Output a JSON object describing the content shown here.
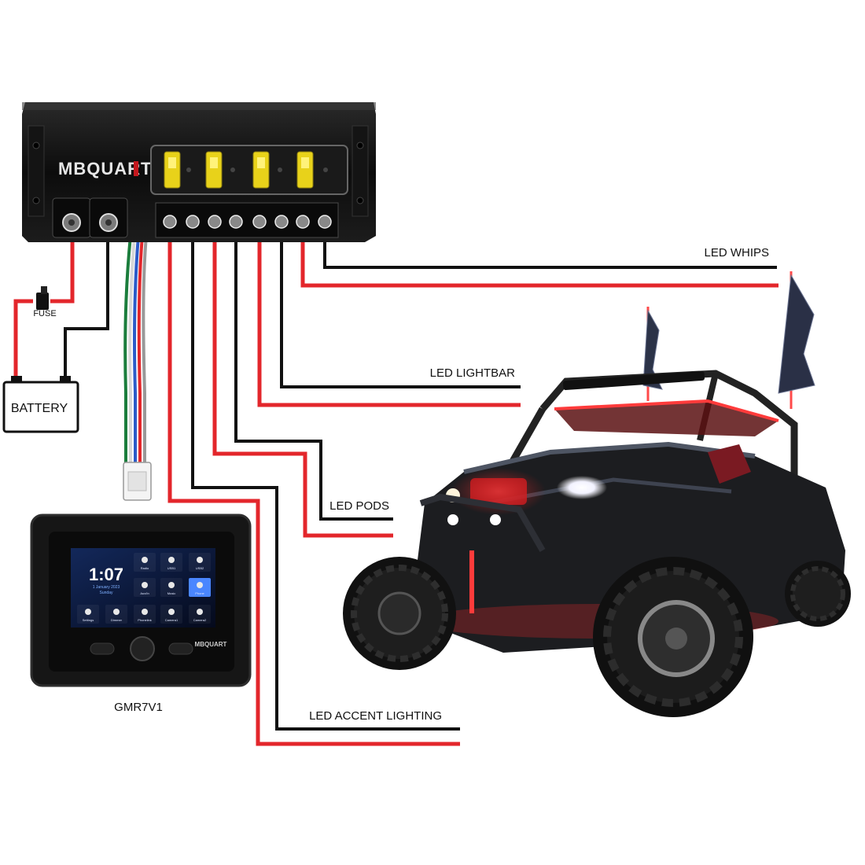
{
  "module": {
    "brand": "MBQUART"
  },
  "fuse_label": "FUSE",
  "battery_label": "BATTERY",
  "head_unit": {
    "model": "GMR7V1",
    "brand": "MBQUART",
    "time": "1:07",
    "date_line": "1 January 2023",
    "day_line": "Sunday",
    "apps": [
      "Radio",
      "USB1",
      "USB2",
      "Aux/In",
      "Music",
      "Phone",
      "Settings",
      "Dimmer",
      "Phonelink",
      "Camera1",
      "Camera2"
    ]
  },
  "outputs": [
    {
      "id": "whips",
      "label": "LED WHIPS"
    },
    {
      "id": "lightbar",
      "label": "LED LIGHTBAR"
    },
    {
      "id": "pods",
      "label": "LED PODS"
    },
    {
      "id": "accent",
      "label": "LED ACCENT LIGHTING"
    }
  ],
  "colors": {
    "positive_wire": "#e3262b",
    "negative_wire": "#111111",
    "fuse_body": "#e8d21a",
    "accent_glow": "#ff3b3b"
  }
}
